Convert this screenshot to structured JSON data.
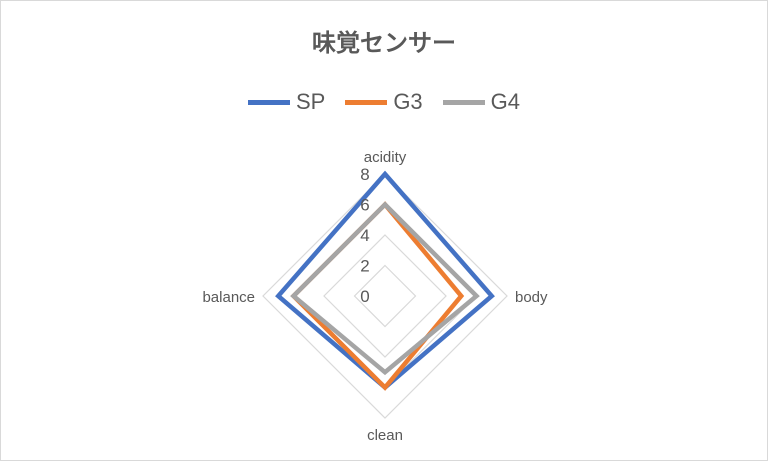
{
  "chart_data": {
    "type": "radar",
    "title": "味覚センサー",
    "categories": [
      "acidity",
      "body",
      "clean",
      "balance"
    ],
    "ticks": [
      "0",
      "2",
      "4",
      "6",
      "8"
    ],
    "rlim": [
      0,
      8
    ],
    "legend_position": "top",
    "series": [
      {
        "name": "SP",
        "color": "#4472c4",
        "values": [
          8,
          7,
          6,
          7
        ]
      },
      {
        "name": "G3",
        "color": "#ed7d31",
        "values": [
          6,
          5,
          6,
          6
        ]
      },
      {
        "name": "G4",
        "color": "#a5a5a5",
        "values": [
          6,
          6,
          5,
          6
        ]
      }
    ]
  }
}
